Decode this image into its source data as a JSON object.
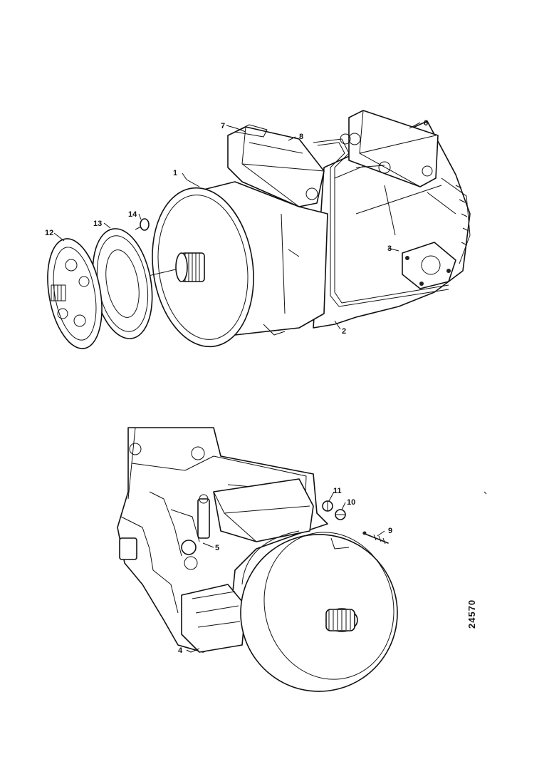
{
  "figure_number": "24570",
  "top_view": {
    "callouts": [
      "1",
      "2",
      "3",
      "6",
      "7",
      "8",
      "12",
      "13",
      "14"
    ]
  },
  "bottom_view": {
    "callouts": [
      "4",
      "5",
      "9",
      "10",
      "11"
    ]
  }
}
